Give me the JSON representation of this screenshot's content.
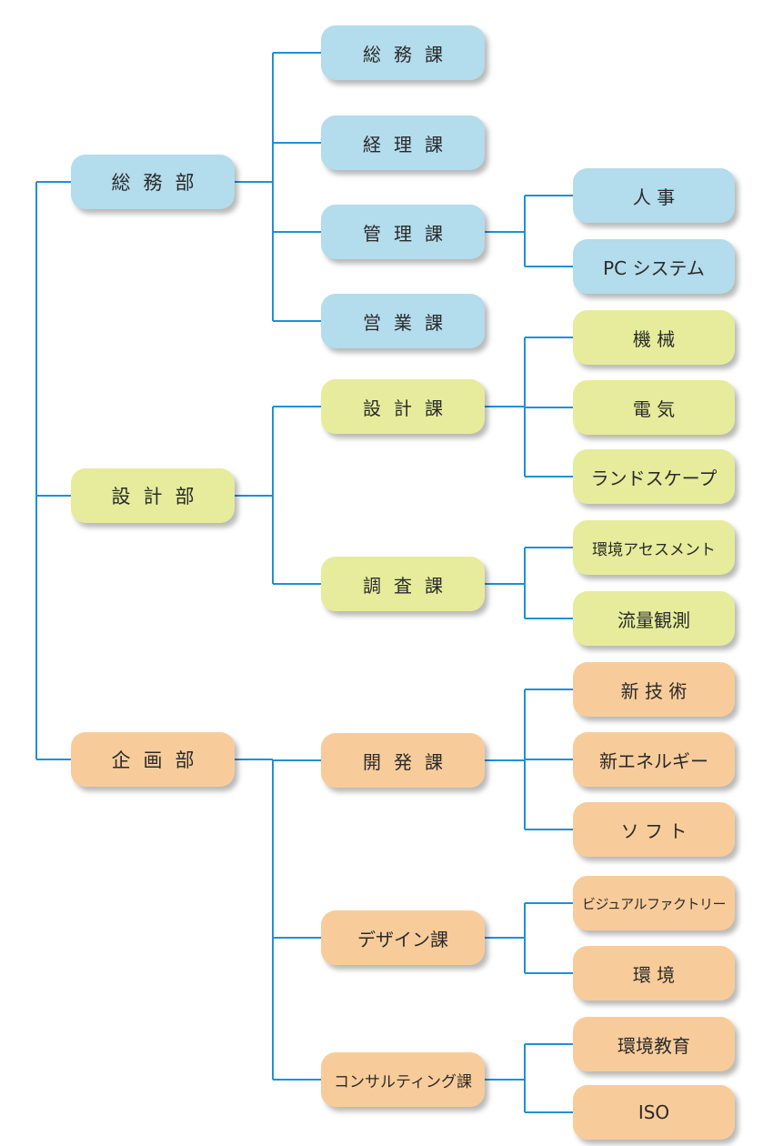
{
  "colors": {
    "blue": "#b3dcec",
    "green": "#e6ec9b",
    "orange": "#f8cc9a",
    "line": "#1e90d8"
  },
  "departments": [
    {
      "name": "総務部",
      "color": "blue",
      "sections": [
        {
          "name": "総務課",
          "children": []
        },
        {
          "name": "経理課",
          "children": []
        },
        {
          "name": "管理課",
          "children": [
            "人 事",
            "PC システム"
          ]
        },
        {
          "name": "営業課",
          "children": []
        }
      ]
    },
    {
      "name": "設計部",
      "color": "green",
      "sections": [
        {
          "name": "設計課",
          "children": [
            "機 械",
            "電 気",
            "ランドスケープ"
          ]
        },
        {
          "name": "調査課",
          "children": [
            "環境アセスメント",
            "流量観測"
          ]
        }
      ]
    },
    {
      "name": "企画部",
      "color": "orange",
      "sections": [
        {
          "name": "開発課",
          "children": [
            "新 技 術",
            "新エネルギー",
            "ソ フ ト"
          ]
        },
        {
          "name": "デザイン課",
          "children": [
            "ビジュアルファクトリー",
            "環 境"
          ]
        },
        {
          "name": "コンサルティング課",
          "children": [
            "環境教育",
            "ISO"
          ]
        }
      ]
    }
  ]
}
